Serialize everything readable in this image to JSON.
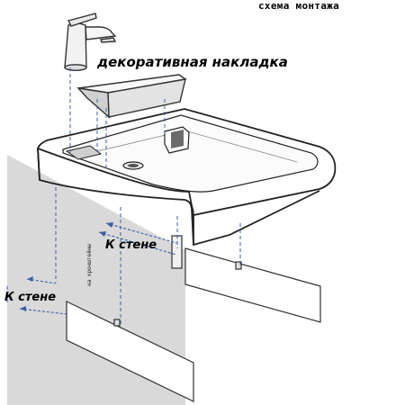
{
  "diagram": {
    "title": "схема монтажа",
    "labels": {
      "overlay": "декоративная накладка",
      "to_wall_upper": "К стене",
      "to_wall_lower": "К стене",
      "to_brackets": "на кронштейны"
    }
  }
}
